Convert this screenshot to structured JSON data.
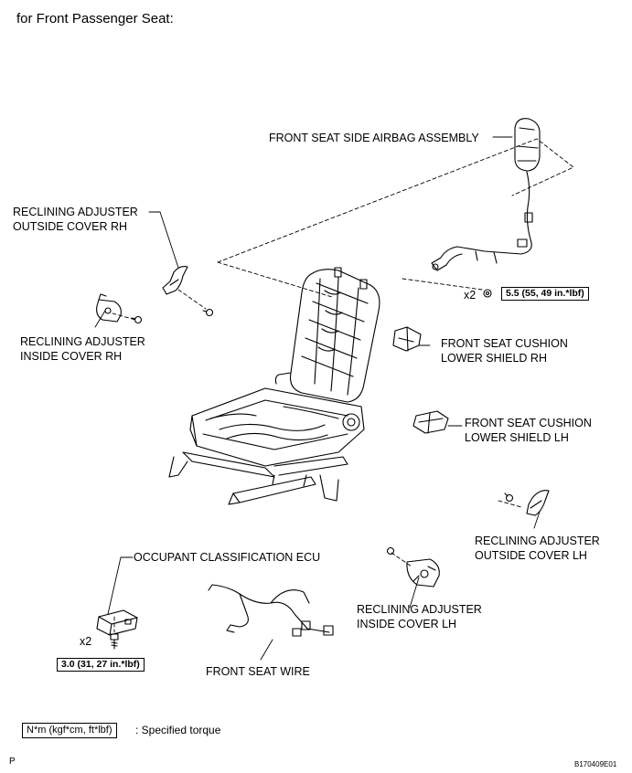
{
  "title": "for Front Passenger Seat:",
  "labels": {
    "airbag": "FRONT SEAT SIDE AIRBAG ASSEMBLY",
    "rec_out_rh_1": "RECLINING ADJUSTER",
    "rec_out_rh_2": "OUTSIDE COVER RH",
    "rec_in_rh_1": "RECLINING ADJUSTER",
    "rec_in_rh_2": "INSIDE COVER RH",
    "shield_rh_1": "FRONT SEAT CUSHION",
    "shield_rh_2": "LOWER SHIELD RH",
    "shield_lh_1": "FRONT SEAT CUSHION",
    "shield_lh_2": "LOWER SHIELD LH",
    "rec_out_lh_1": "RECLINING ADJUSTER",
    "rec_out_lh_2": "OUTSIDE COVER LH",
    "rec_in_lh_1": "RECLINING ADJUSTER",
    "rec_in_lh_2": "INSIDE COVER LH",
    "ecu": "OCCUPANT CLASSIFICATION ECU",
    "wire": "FRONT SEAT WIRE"
  },
  "quantities": {
    "nut": "x2",
    "bolt": "x2"
  },
  "torques": {
    "nut": "5.5 (55, 49 in.*lbf)",
    "ecu_bolt": "3.0 (31, 27 in.*lbf)"
  },
  "legend": {
    "unit": "N*m (kgf*cm, ft*lbf)",
    "text": ": Specified torque"
  },
  "footer": {
    "left": "P",
    "code": "B170409E01"
  }
}
